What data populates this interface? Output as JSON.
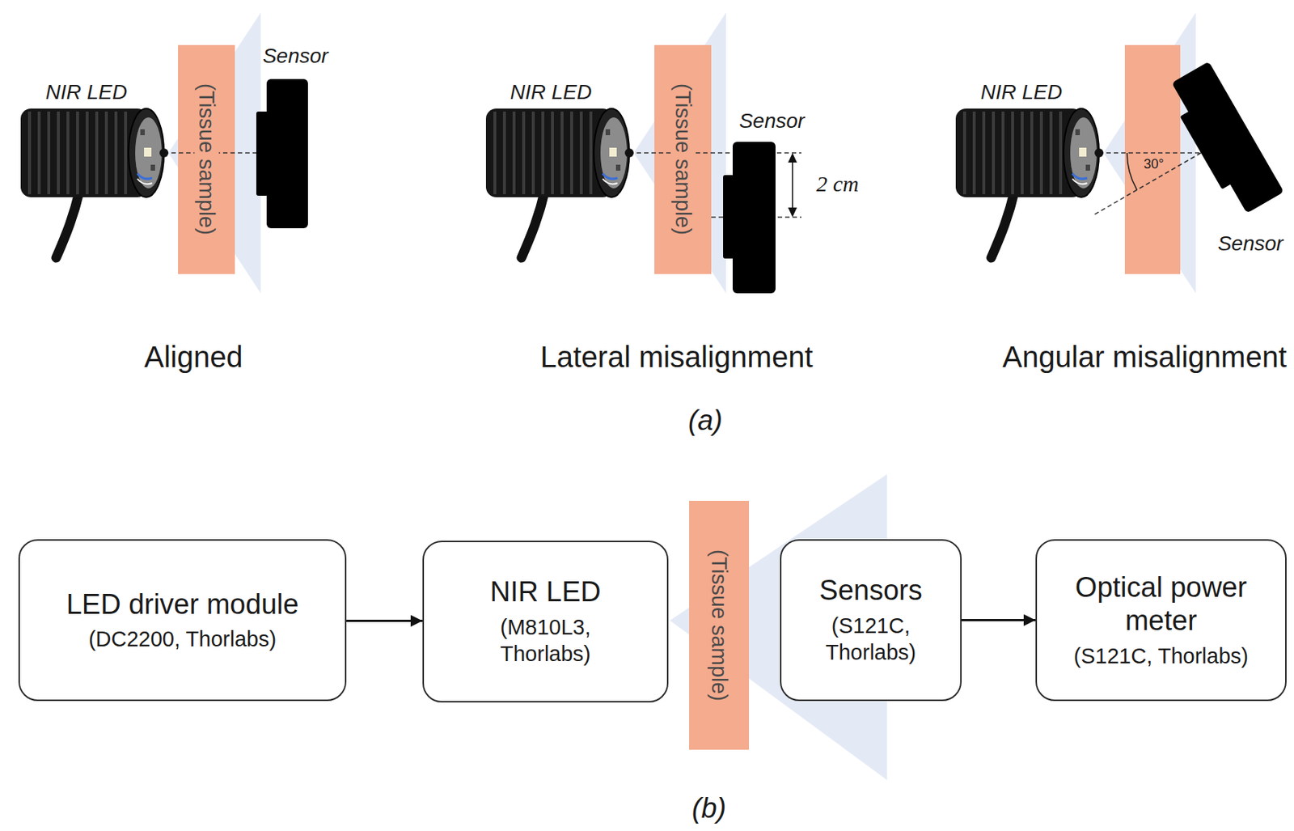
{
  "diagram": {
    "nodes": [
      {
        "text": [
          "(Tissue sample)"
        ]
      },
      {
        "text": [
          "(Tissue sample)"
        ]
      },
      {
        "text": [
          "LED driver module",
          "(DC2200, Thorlabs)"
        ]
      },
      {
        "text": [
          "NIR LED",
          "(M810L3, Thorlabs)"
        ]
      },
      {
        "text": [
          "(Tissue sample)"
        ]
      },
      {
        "text": [
          "Sensors",
          "(S121C, Thorlabs)"
        ]
      },
      {
        "text": [
          "Optical power meter",
          "(S121C, Thorlabs)"
        ]
      }
    ],
    "edges": [
      {
        "from": 2,
        "to": 3,
        "arrow": "to"
      },
      {
        "from": 5,
        "to": 6,
        "arrow": "to"
      }
    ],
    "labels": [
      "NIR LED",
      "Sensor",
      "Aligned",
      "NIR LED",
      "Sensor",
      "2 cm",
      "Lateral misalignment",
      "NIR LED",
      "30°",
      "Sensor",
      "Angular misalignment",
      "(a)",
      "(b)"
    ]
  }
}
